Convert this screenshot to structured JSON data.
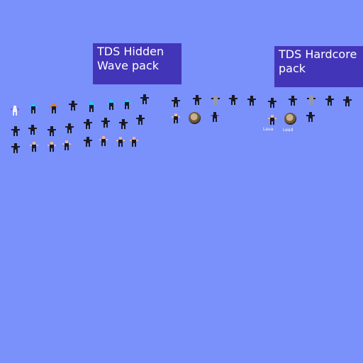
{
  "packs": {
    "hidden_wave": {
      "title": "TDS Hidden\nWave pack"
    },
    "hardcore": {
      "title": "TDS Hardcore\npack"
    }
  },
  "labels": {
    "lava": "Lava",
    "lead": "Lead"
  },
  "colors": {
    "background": "#7a90fb",
    "title_box": "#4335b8",
    "sprite_dark": "#1a1a24",
    "sprite_skin": "#e8b89a",
    "sprite_white": "#f0f0ff",
    "sprite_cyan": "#28c8ff",
    "sprite_gray": "#9a9aa6",
    "sprite_purple": "#8a4ad6",
    "sprite_orange": "#e07a20"
  }
}
